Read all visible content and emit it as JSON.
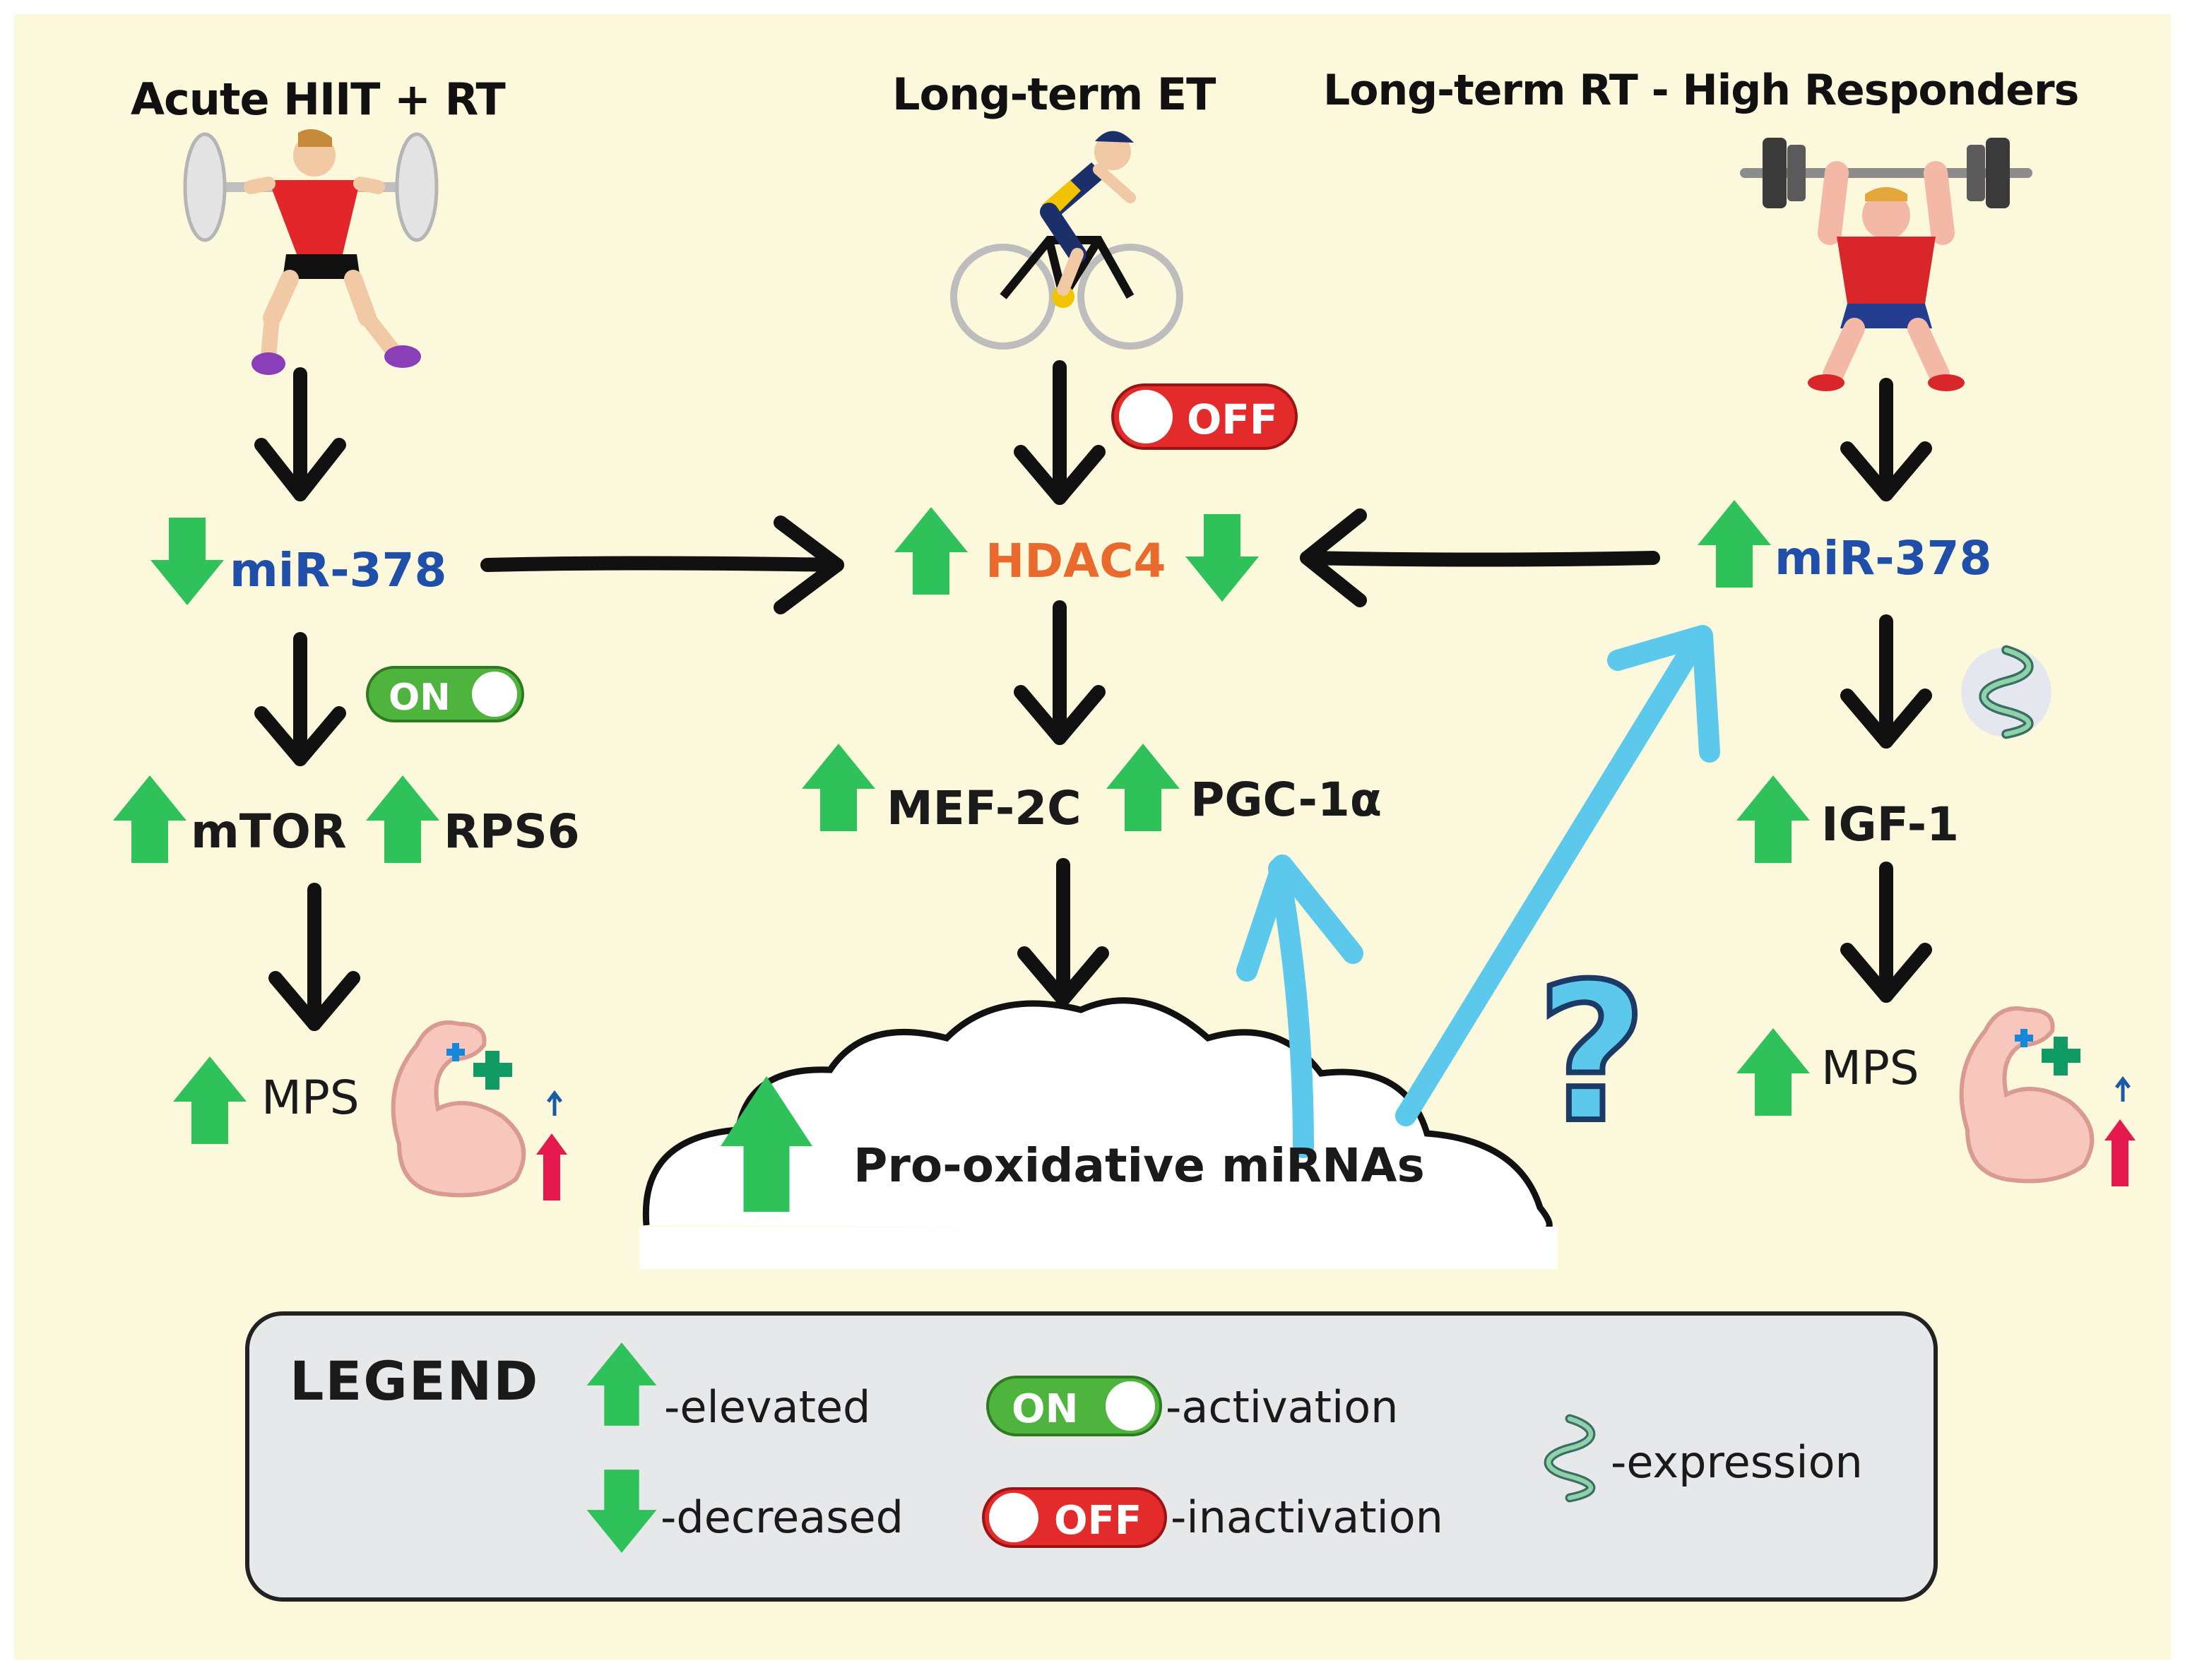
{
  "colors": {
    "background": "#fbf8dc",
    "arrow_up_down": "#2fc15a",
    "arrow_black": "#111111",
    "arrow_blue": "#5bc8ec",
    "mirna_text": "#1f4fa8",
    "hdac4_text": "#e96a2c",
    "on_toggle": "#4fb43d",
    "off_toggle": "#e42b2b",
    "legend_box": "#e7e8ea"
  },
  "columns": {
    "left": {
      "title": "Acute HIIT + RT",
      "athlete_icon": "squat-weightlifter-icon"
    },
    "middle": {
      "title": "Long-term ET",
      "athlete_icon": "cyclist-icon"
    },
    "right": {
      "title": "Long-term RT - High Responders",
      "athlete_icon": "overhead-lifter-icon"
    }
  },
  "nodes": {
    "left_mir": "miR-378",
    "left_mtor": "mTOR",
    "left_rps6": "RPS6",
    "left_mps": "MPS",
    "hdac4": "HDAC4",
    "mef2c": "MEF-2C",
    "pgc1a": "PGC-1α",
    "prooxidative": "Pro-oxidative miRNAs",
    "right_mir": "miR-378",
    "igf1": "IGF-1",
    "right_mps": "MPS",
    "question_mark": "?"
  },
  "toggles": {
    "on_label": "ON",
    "off_label": "OFF"
  },
  "icons": {
    "muscle": "flexed-arm-muscle-icon",
    "dna": "dna-helix-icon"
  },
  "legend": {
    "title": "LEGEND",
    "elevated": "-elevated",
    "decreased": "-decreased",
    "activation": "-activation",
    "inactivation": "-inactivation",
    "expression": "-expression"
  }
}
